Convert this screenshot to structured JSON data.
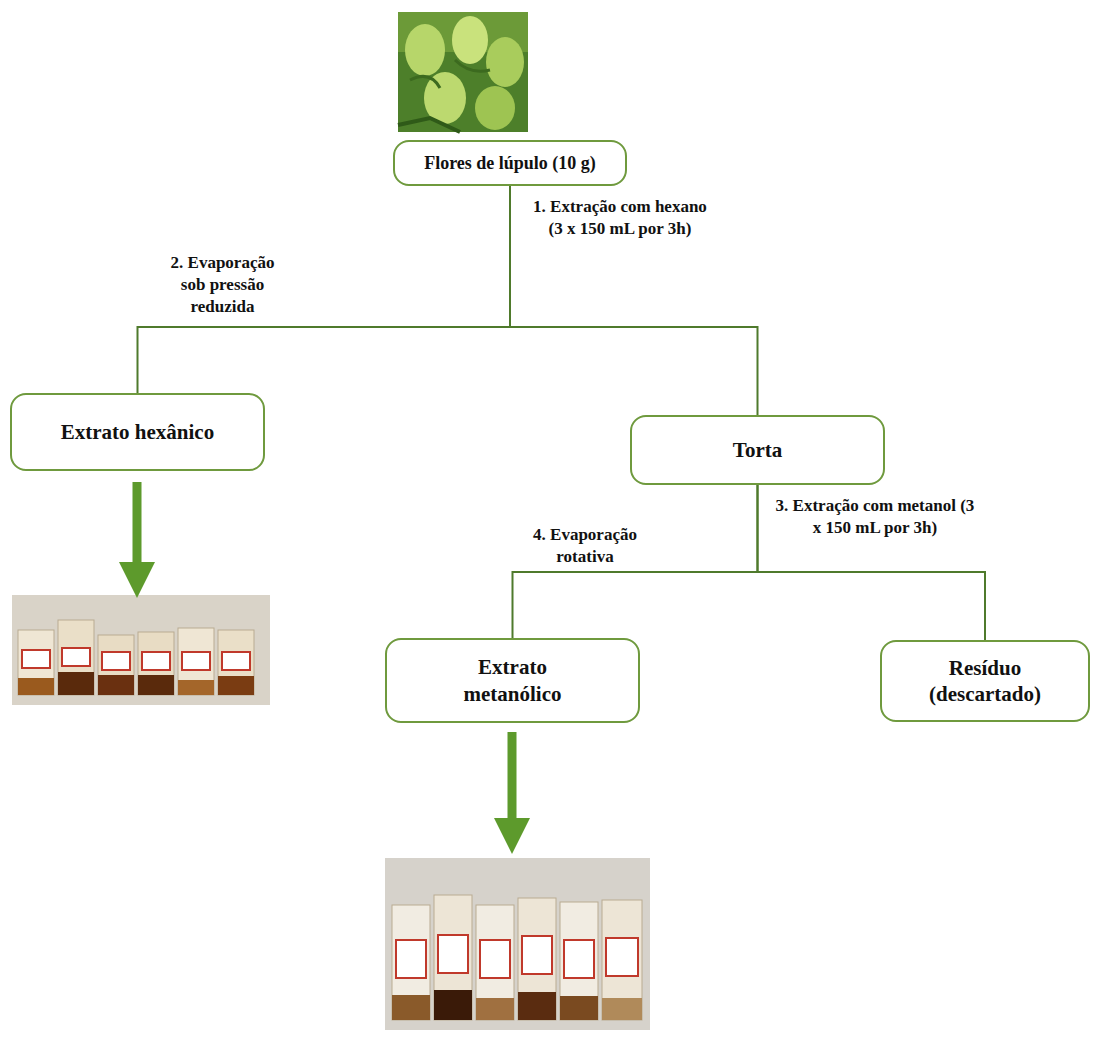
{
  "diagram": {
    "nodes": [
      {
        "text": [
          "Flores de lúpulo (10 g)"
        ]
      },
      {
        "text": [
          "Extrato hexânico"
        ]
      },
      {
        "text": [
          "Torta"
        ]
      },
      {
        "text": [
          "Extrato metanólico"
        ]
      },
      {
        "text": [
          "Resíduo (descartado)"
        ]
      }
    ],
    "edges": [
      {
        "from": 0,
        "to": 1,
        "arrow": "none"
      },
      {
        "from": 0,
        "to": 2,
        "arrow": "none"
      },
      {
        "from": 2,
        "to": 3,
        "arrow": "none"
      },
      {
        "from": 2,
        "to": 4,
        "arrow": "none"
      }
    ],
    "labels": [
      "1. Extração com hexano (3 x 150 mL por 3h)",
      "2. Evaporação sob pressão reduzida",
      "3. Extração com metanol (3 x 150 mL por 3h)",
      "4. Evaporação rotativa"
    ]
  }
}
